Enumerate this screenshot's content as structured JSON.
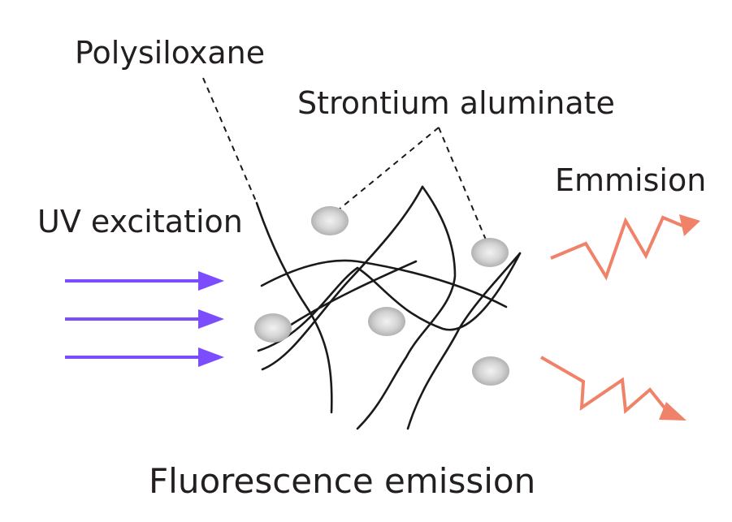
{
  "labels": {
    "polysiloxane": "Polysiloxane",
    "strontium_aluminate": "Strontium aluminate",
    "uv_excitation": "UV excitation",
    "emission": "Emmision",
    "caption": "Fluorescence emission"
  },
  "colors": {
    "uv_arrow": "#7b4dff",
    "emission_arrow": "#f0826a",
    "polymer_chain": "#1a1a1a",
    "particle": "#cfcfcf",
    "text": "#231f20"
  },
  "counts": {
    "uv_arrows": 3,
    "emission_arrows": 2,
    "particles": 5
  }
}
